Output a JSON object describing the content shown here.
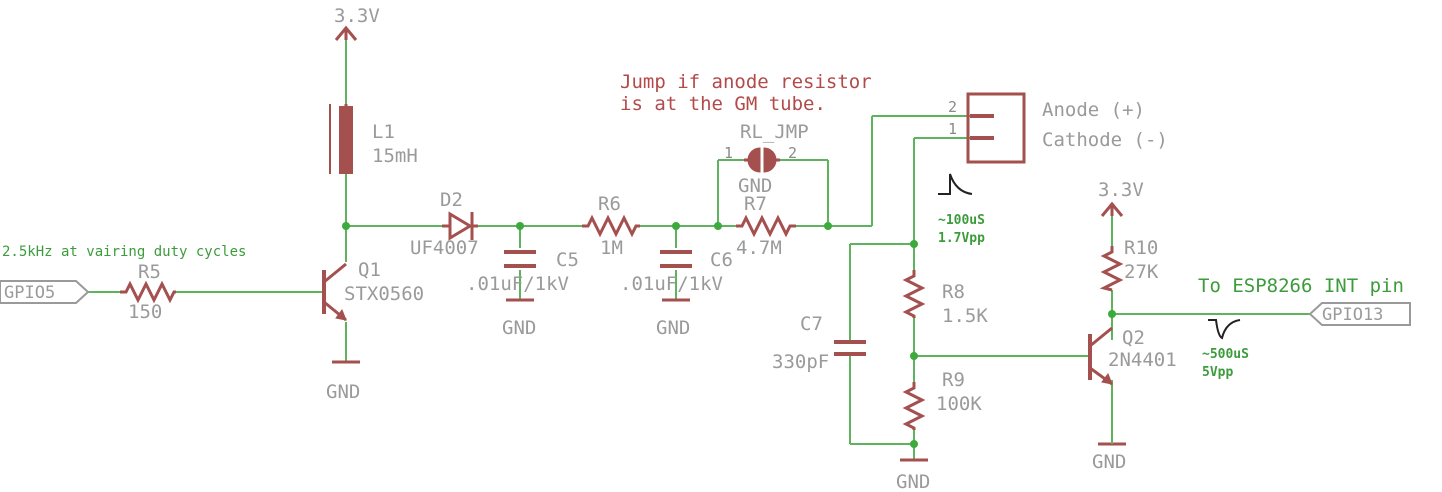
{
  "supply_label": "3.3V",
  "ground_label": "GND",
  "components": {
    "L1": {
      "ref": "L1",
      "value": "15mH"
    },
    "Q1": {
      "ref": "Q1",
      "value": "STX0560"
    },
    "D2": {
      "ref": "D2",
      "value": "UF4007"
    },
    "C5": {
      "ref": "C5",
      "value": ".01uF/1kV"
    },
    "R6": {
      "ref": "R6",
      "value": "1M"
    },
    "C6": {
      "ref": "C6",
      "value": ".01uF/1kV"
    },
    "R7": {
      "ref": "R7",
      "value": "4.7M"
    },
    "RL_JMP": {
      "ref": "RL_JMP",
      "pin1": "1",
      "pin2": "2"
    },
    "R5": {
      "ref": "R5",
      "value": "150"
    },
    "C7": {
      "ref": "C7",
      "value": "330pF"
    },
    "R8": {
      "ref": "R8",
      "value": "1.5K"
    },
    "R9": {
      "ref": "R9",
      "value": "100K"
    },
    "R10": {
      "ref": "R10",
      "value": "27K"
    },
    "Q2": {
      "ref": "Q2",
      "value": "2N4401"
    },
    "connector": {
      "pin2": "2",
      "pin1": "1",
      "anode": "Anode (+)",
      "cathode": "Cathode (-)"
    }
  },
  "ports": {
    "gpio5": "GPIO5",
    "gpio13": "GPIO13"
  },
  "notes": {
    "jump_line1": "Jump if anode resistor",
    "jump_line2": "is at the GM tube.",
    "freq": "2.5kHz at vairing duty cycles",
    "pulse1_time": "~100uS",
    "pulse1_amp": "1.7Vpp",
    "pulse2_time": "~500uS",
    "pulse2_amp": "5Vpp",
    "esp": "To ESP8266 INT pin"
  },
  "colors": {
    "wire": "#5fb35f",
    "component": "#a4504f",
    "label": "#9a9a9a",
    "note_red": "#b34a4a",
    "note_green": "#3c9c3c"
  }
}
